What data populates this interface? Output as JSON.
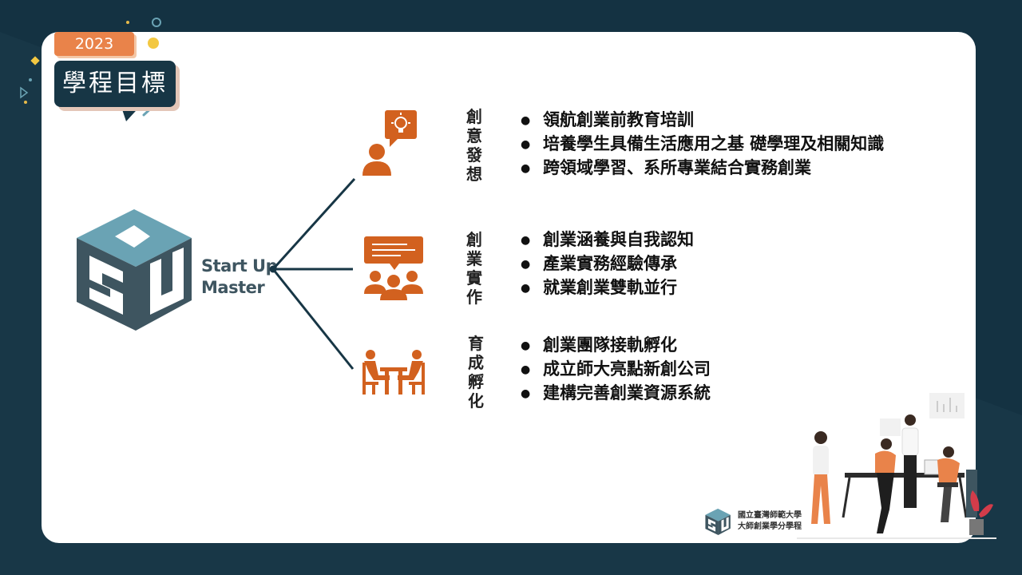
{
  "badge": {
    "year": "2023",
    "title": "學程目標"
  },
  "brand": {
    "line1": "Start Up",
    "line2": "Master"
  },
  "groups": [
    {
      "label": [
        "創",
        "意",
        "發",
        "想"
      ],
      "icon": "idea-person-icon",
      "items": [
        "領航創業前教育培訓",
        "培養學生具備生活應用之基 礎學理及相關知識",
        "跨領域學習、系所專業結合實務創業"
      ]
    },
    {
      "label": [
        "創",
        "業",
        "實",
        "作"
      ],
      "icon": "team-presentation-icon",
      "items": [
        "創業涵養與自我認知",
        "產業實務經驗傳承",
        "就業創業雙軌並行"
      ]
    },
    {
      "label": [
        "育",
        "成",
        "孵",
        "化"
      ],
      "icon": "meeting-table-icon",
      "items": [
        "創業團隊接軌孵化",
        "成立師大亮點新創公司",
        "建構完善創業資源系統"
      ]
    }
  ],
  "footer": {
    "line1": "國立臺灣師範大學",
    "line2": "大師創業學分學程"
  },
  "colors": {
    "background": "#143242",
    "accent": "#d2611f",
    "logo": "#3e5560",
    "logo_light": "#6aa3b4"
  }
}
